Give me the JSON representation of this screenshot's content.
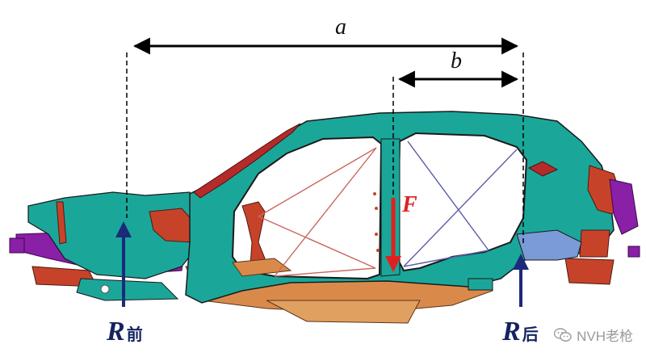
{
  "labels": {
    "a": "a",
    "b": "b",
    "F": "F",
    "R_front_main": "R",
    "R_front_sub": "前",
    "R_rear_main": "R",
    "R_rear_sub": "后"
  },
  "watermark": {
    "text": "NVH老枪",
    "icon": "wechat-icon"
  },
  "colors": {
    "body_teal": "#1aa79a",
    "body_teal_dark": "#0f7f78",
    "outline": "#1a1a1a",
    "floor_orange": "#d98a4a",
    "rail_purple": "#8a1fa8",
    "bracket_red": "#c6432a",
    "roof_red": "#b52a2a",
    "brace_lines": "#c9675e",
    "brace_lines_blue": "#5b5ba8",
    "force_arrow": "#e02020",
    "reaction_arrow": "#1c2a7a",
    "dimension": "#000000"
  }
}
